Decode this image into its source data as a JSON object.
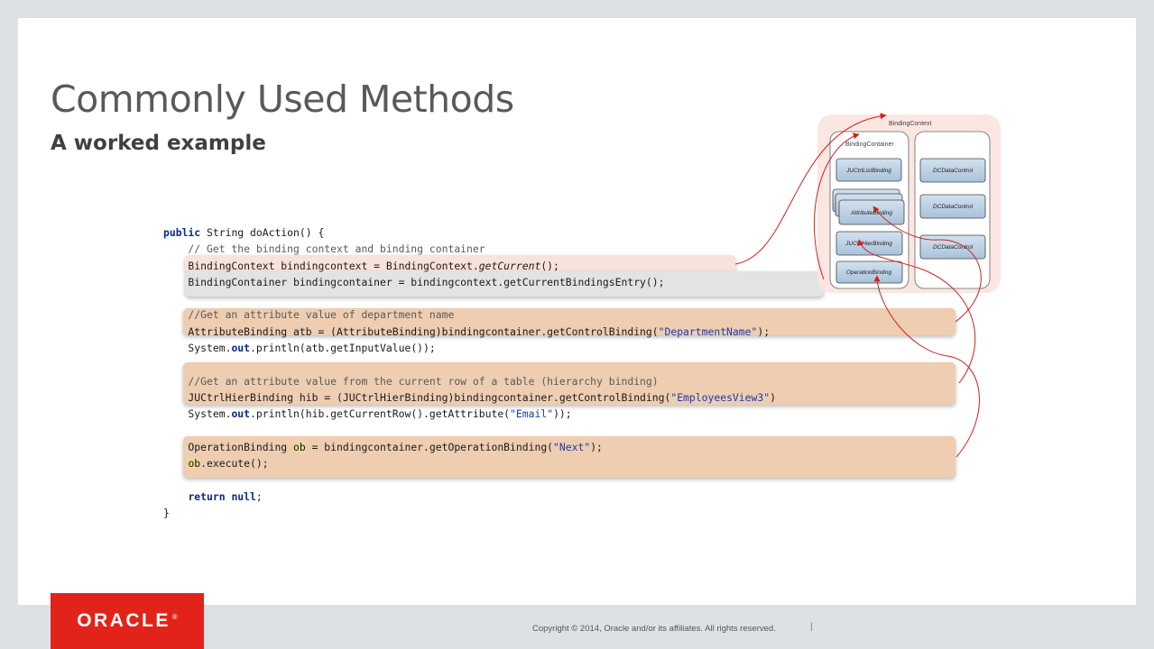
{
  "slide": {
    "title": "Commonly Used Methods",
    "subtitle": "A worked example"
  },
  "code": {
    "l1_kw1": "public",
    "l1_rest": " String doAction() {",
    "l2": "    // Get the binding context and binding container",
    "l3_a": "    BindingContext bindingcontext = BindingContext.",
    "l3_it": "getCurrent",
    "l3_b": "();",
    "l4": "    BindingContainer bindingcontainer = bindingcontext.getCurrentBindingsEntry();",
    "l6": "    //Get an attribute value of department name",
    "l7_a": "    AttributeBinding atb = (AttributeBinding)bindingcontainer.getControlBinding(",
    "l7_str": "\"DepartmentName\"",
    "l7_b": ");",
    "l8_a": "    System.",
    "l8_b": "out",
    "l8_c": ".println(atb.getInputValue());",
    "l10": "    //Get an attribute value from the current row of a table (hierarchy binding)",
    "l11_a": "    JUCtrlHierBinding hib = (JUCtrlHierBinding)bindingcontainer.getControlBinding(",
    "l11_str": "\"EmployeesView3\"",
    "l11_b": ")",
    "l12_a": "    System.",
    "l12_b": "out",
    "l12_c": ".println(hib.getCurrentRow().getAttribute(",
    "l12_str": "\"Email\"",
    "l12_d": "));",
    "l14_a": "    OperationBinding ",
    "l14_mk": "ob",
    "l14_b": " = bindingcontainer.getOperationBinding(",
    "l14_str": "\"Next\"",
    "l14_c": ");",
    "l15_mk": "ob",
    "l15_b": ".execute();",
    "l17_kw1": "return",
    "l17_sp": " ",
    "l17_kw2": "null",
    "l17_b": ";",
    "l18": "}"
  },
  "diagram": {
    "binding_context_label": "BindingContext",
    "binding_container_label": "BindingContainer",
    "bindings": [
      "JUCtrlListBinding",
      "AttributeBinding",
      "JUCtrlHierBinding",
      "OperationBinding"
    ],
    "data_controls": [
      "DCDataControl",
      "DCDataControl",
      "DCDataControl"
    ]
  },
  "footer": {
    "logo_text": "ORACLE",
    "logo_mark": "®",
    "copyright": "Copyright © 2014, Oracle and/or its affiliates. All rights reserved.",
    "separator": "|"
  },
  "colors": {
    "accent_red": "#e2231a",
    "arrow_red": "#d02020",
    "highlight_orange": "#eecdb1",
    "highlight_grey": "#e3e3e3",
    "binding_box_blue": "#b9cfe2"
  }
}
